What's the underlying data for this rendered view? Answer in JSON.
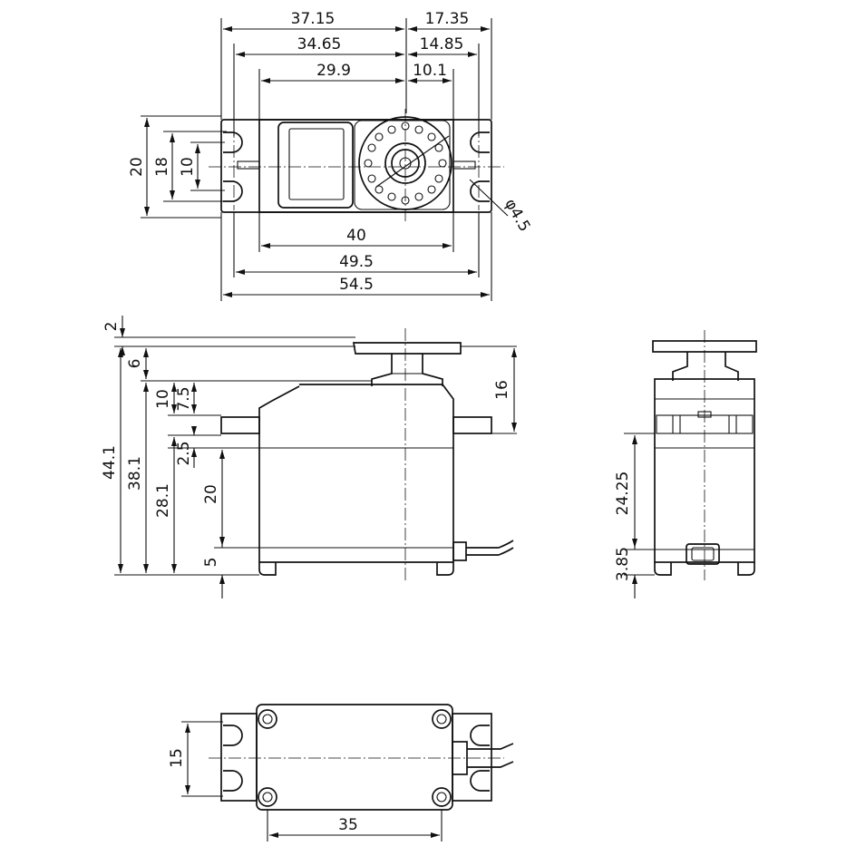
{
  "labels": {
    "top_w_37_15": "37.15",
    "top_w_17_35": "17.35",
    "top_w_34_65": "34.65",
    "top_w_14_85": "14.85",
    "top_w_29_9": "29.9",
    "top_w_10_1": "10.1",
    "top_h_20": "20",
    "top_h_18": "18",
    "top_h_10": "10",
    "top_phi": "φ4.5",
    "top_w_40": "40",
    "top_w_49_5": "49.5",
    "top_w_54_5": "54.5",
    "side_2": "2",
    "side_6": "6",
    "side_44_1": "44.1",
    "side_38_1": "38.1",
    "side_28_1": "28.1",
    "side_10": "10",
    "side_7_5": "7.5",
    "side_2_5": "2.5",
    "side_20": "20",
    "side_5": "5",
    "side_16": "16",
    "end_24_25": "24.25",
    "end_3_85": "3.85",
    "bot_15": "15",
    "bot_35": "35"
  }
}
